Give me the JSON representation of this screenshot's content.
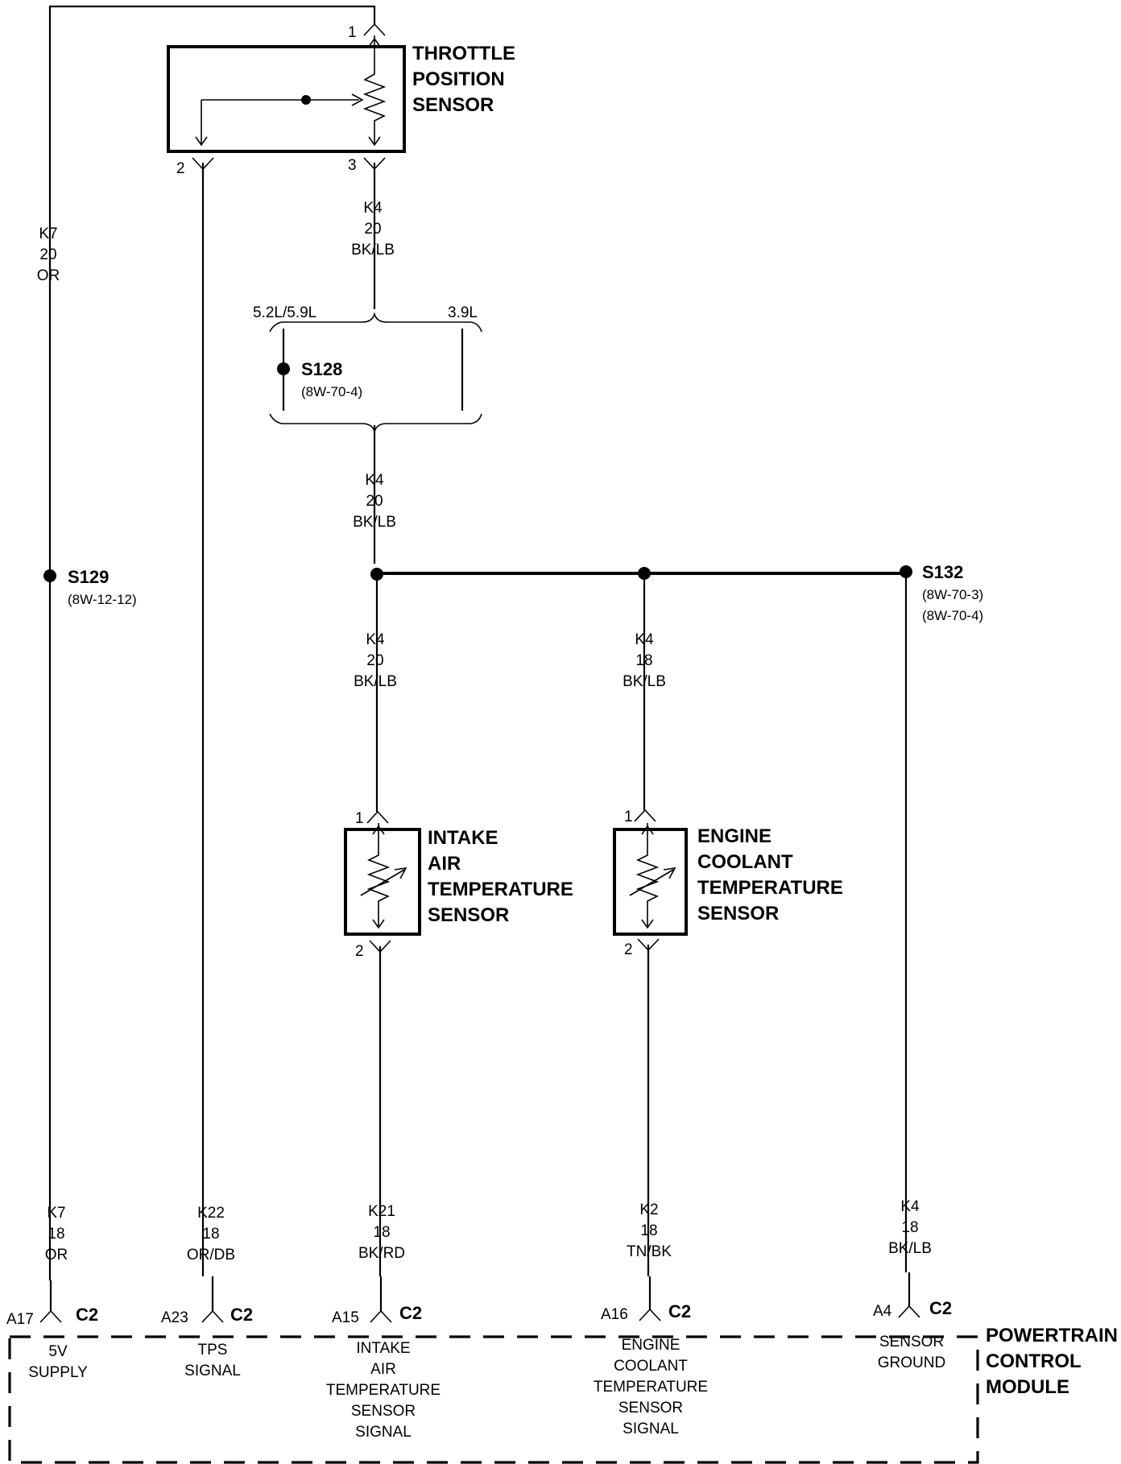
{
  "components": {
    "tps": {
      "title": [
        "THROTTLE",
        "POSITION",
        "SENSOR"
      ],
      "pins": [
        "1",
        "2",
        "3"
      ]
    },
    "iat": {
      "title": [
        "INTAKE",
        "AIR",
        "TEMPERATURE",
        "SENSOR"
      ],
      "pins": [
        "1",
        "2"
      ]
    },
    "ect": {
      "title": [
        "ENGINE",
        "COOLANT",
        "TEMPERATURE",
        "SENSOR"
      ],
      "pins": [
        "1",
        "2"
      ]
    },
    "pcm": {
      "title": [
        "POWERTRAIN",
        "CONTROL",
        "MODULE"
      ]
    }
  },
  "splices": {
    "s128": {
      "name": "S128",
      "ref": [
        "(8W-70-4)"
      ]
    },
    "s129": {
      "name": "S129",
      "ref": [
        "(8W-12-12)"
      ]
    },
    "s132": {
      "name": "S132",
      "ref": [
        "(8W-70-3)",
        "(8W-70-4)"
      ]
    }
  },
  "engine_options": {
    "left": "5.2L/5.9L",
    "right": "3.9L"
  },
  "wires": {
    "k7_upper": [
      "K7",
      "20",
      "OR"
    ],
    "k4_tps": [
      "K4",
      "20",
      "BK/LB"
    ],
    "k4_mid": [
      "K4",
      "20",
      "BK/LB"
    ],
    "k4_iat": [
      "K4",
      "20",
      "BK/LB"
    ],
    "k4_ect": [
      "K4",
      "18",
      "BK/LB"
    ],
    "k7_lower": [
      "K7",
      "18",
      "OR"
    ],
    "k22": [
      "K22",
      "18",
      "OR/DB"
    ],
    "k21": [
      "K21",
      "18",
      "BK/RD"
    ],
    "k2": [
      "K2",
      "18",
      "TN/BK"
    ],
    "k4_lower": [
      "K4",
      "18",
      "BK/LB"
    ]
  },
  "pcm_pins": [
    {
      "cavity": "A17",
      "connector": "C2",
      "label": [
        "5V",
        "SUPPLY"
      ]
    },
    {
      "cavity": "A23",
      "connector": "C2",
      "label": [
        "TPS",
        "SIGNAL"
      ]
    },
    {
      "cavity": "A15",
      "connector": "C2",
      "label": [
        "INTAKE",
        "AIR",
        "TEMPERATURE",
        "SENSOR",
        "SIGNAL"
      ]
    },
    {
      "cavity": "A16",
      "connector": "C2",
      "label": [
        "ENGINE",
        "COOLANT",
        "TEMPERATURE",
        "SENSOR",
        "SIGNAL"
      ]
    },
    {
      "cavity": "A4",
      "connector": "C2",
      "label": [
        "SENSOR",
        "GROUND"
      ]
    }
  ]
}
